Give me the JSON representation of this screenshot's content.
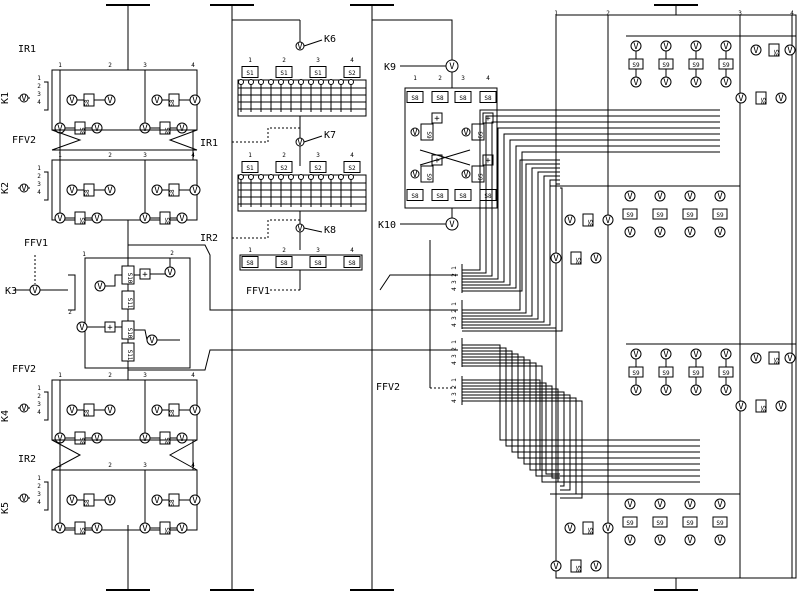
{
  "left_inputs": [
    {
      "port": "K1",
      "signal": "IR1"
    },
    {
      "port": "K2",
      "signal": "FFV2"
    },
    {
      "port": "K3",
      "signal": "FFV1"
    },
    {
      "port": "K4",
      "signal": "FFV2"
    },
    {
      "port": "K5",
      "signal": "IR2"
    }
  ],
  "middle_column": {
    "taps": [
      "K6",
      "K7",
      "K8"
    ],
    "row_a": [
      "S1",
      "S1",
      "S1",
      "S2"
    ],
    "row_b": [
      "S1",
      "S2",
      "S2",
      "S2"
    ],
    "row_c": [
      "S8",
      "S8",
      "S8",
      "S8"
    ],
    "outputs": [
      "IR1",
      "IR2",
      "FFV1"
    ]
  },
  "right_center": {
    "taps": [
      "K9",
      "K10"
    ],
    "box_labels": [
      "S8",
      "S8",
      "S8",
      "S8",
      "S9",
      "S9",
      "S9",
      "S9",
      "S8",
      "S8",
      "S8",
      "S8"
    ],
    "output": "FFV2"
  },
  "module_labels": {
    "valve": "V",
    "s8": "S8",
    "s9": "S9",
    "s10": "S10",
    "s11": "S11",
    "plus": "+"
  },
  "port_numbers": [
    "1",
    "2",
    "3",
    "4"
  ]
}
